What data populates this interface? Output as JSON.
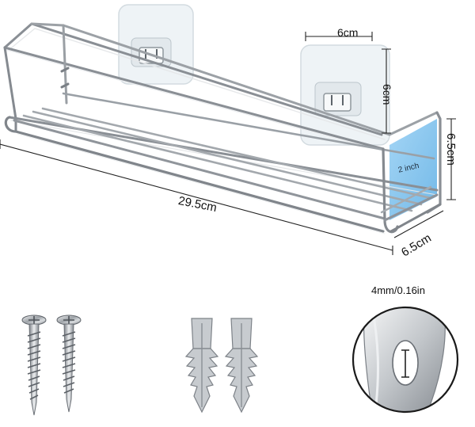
{
  "dimensions": {
    "length": "29.5cm",
    "hook_width": "6cm",
    "hook_height": "6cm",
    "depth": "6.5cm",
    "height": "6.5cm",
    "side_panel": "2 inch",
    "screw_hole": "4mm/0.16in"
  },
  "colors": {
    "chrome": "#b9bdc2",
    "chrome_dark": "#6f747a",
    "adhesive_pad": "#eef3f6",
    "side_panel": "#7fc2ee",
    "background": "#ffffff"
  },
  "components": {
    "rack": "wire-spice-rack-icon",
    "adhesive_hooks": "adhesive-hook-icon",
    "screws": "wood-screw-icon",
    "anchors": "wall-anchor-icon",
    "detail": "screw-hole-closeup-icon"
  }
}
